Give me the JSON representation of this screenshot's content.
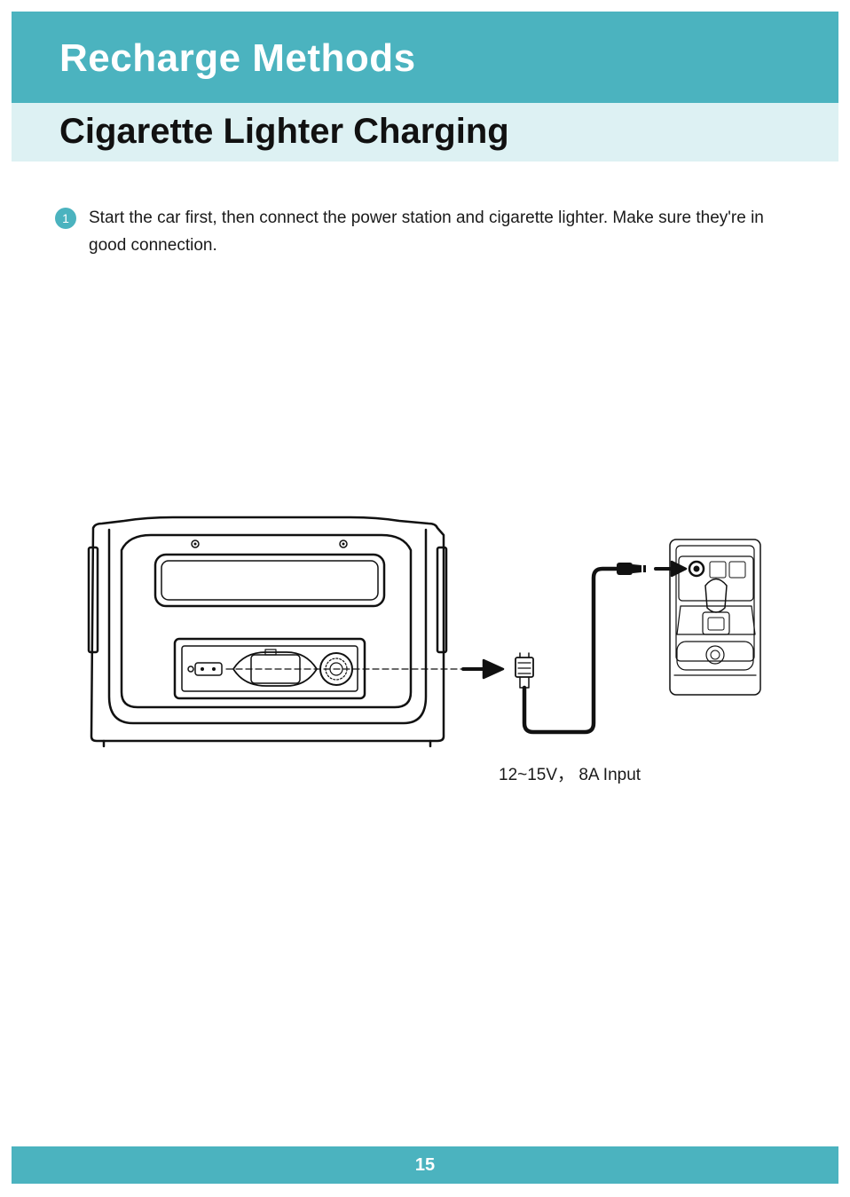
{
  "header": {
    "title": "Recharge Methods"
  },
  "section": {
    "title": "Cigarette Lighter Charging"
  },
  "steps": [
    {
      "number": "1",
      "text": "Start the car first, then connect the power station and cigarette lighter. Make sure they're in good connection."
    }
  ],
  "diagram": {
    "input_label": "12~15V， 8A Input",
    "icons": [
      "power-station-icon",
      "charging-cable-icon",
      "car-cigarette-lighter-icon",
      "arrow-right-icon"
    ]
  },
  "footer": {
    "page_number": "15"
  },
  "colors": {
    "accent": "#4bb3bf",
    "accent_light": "#ddf1f3"
  }
}
